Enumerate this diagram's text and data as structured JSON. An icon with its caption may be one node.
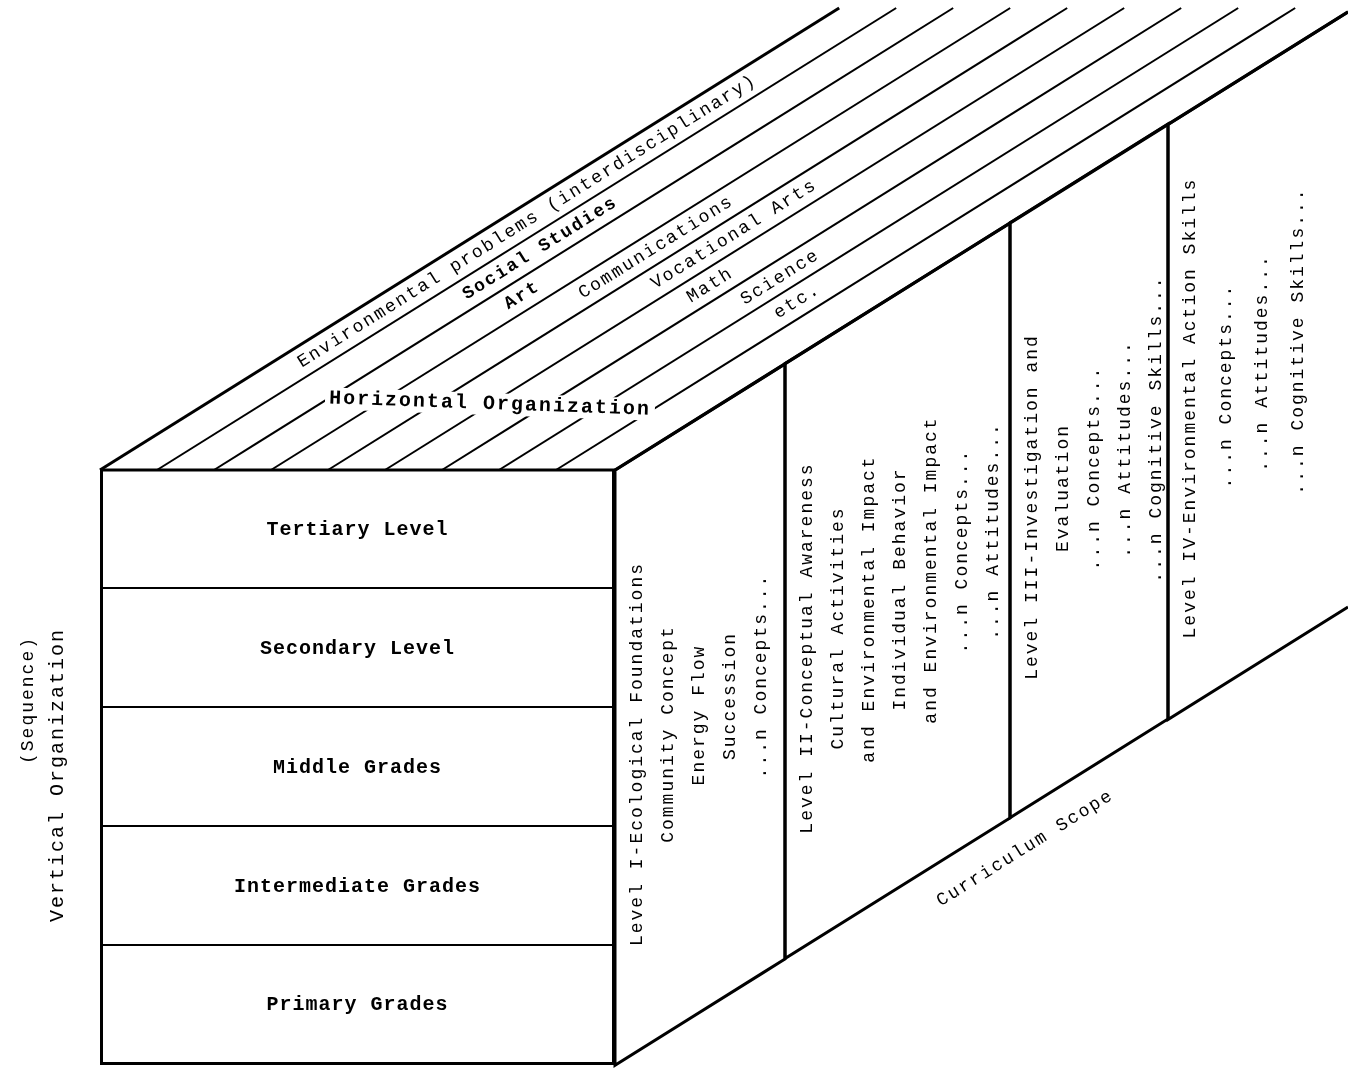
{
  "diagram": {
    "nodes": [
      {
        "text": [
          "Tertiary Level"
        ]
      },
      {
        "text": [
          "Secondary Level"
        ]
      },
      {
        "text": [
          "Middle Grades"
        ]
      },
      {
        "text": [
          "Intermediate Grades"
        ]
      },
      {
        "text": [
          "Primary Grades"
        ]
      },
      {
        "text": [
          "Level I-Ecological Foundations",
          "Community Concept",
          "Energy Flow",
          "Succession",
          "...n Concepts..."
        ]
      },
      {
        "text": [
          "Level II-Conceptual Awareness",
          "Cultural Activities",
          "and Environmental Impact",
          "Individual Behavior",
          "and Environmental Impact",
          "...n Concepts...",
          "...n Attitudes..."
        ]
      },
      {
        "text": [
          "Level III-Investigation and",
          "Evaluation",
          "...n Concepts...",
          "...n Attitudes...",
          "...n Cognitive Skills..."
        ]
      },
      {
        "text": [
          "Level IV-Environmental Action Skills",
          "...n Concepts...",
          "...n Attitudes...",
          "...n Cognitive Skills..."
        ]
      }
    ],
    "labels": [
      "Environmental problems (interdisciplinary)",
      "Social Studies",
      "Art",
      "Communications",
      "Vocational Arts",
      "Math",
      "Science",
      "etc.",
      "Horizontal Organization",
      "(Sequence)",
      "Vertical Organization",
      "Curriculum Scope"
    ]
  }
}
